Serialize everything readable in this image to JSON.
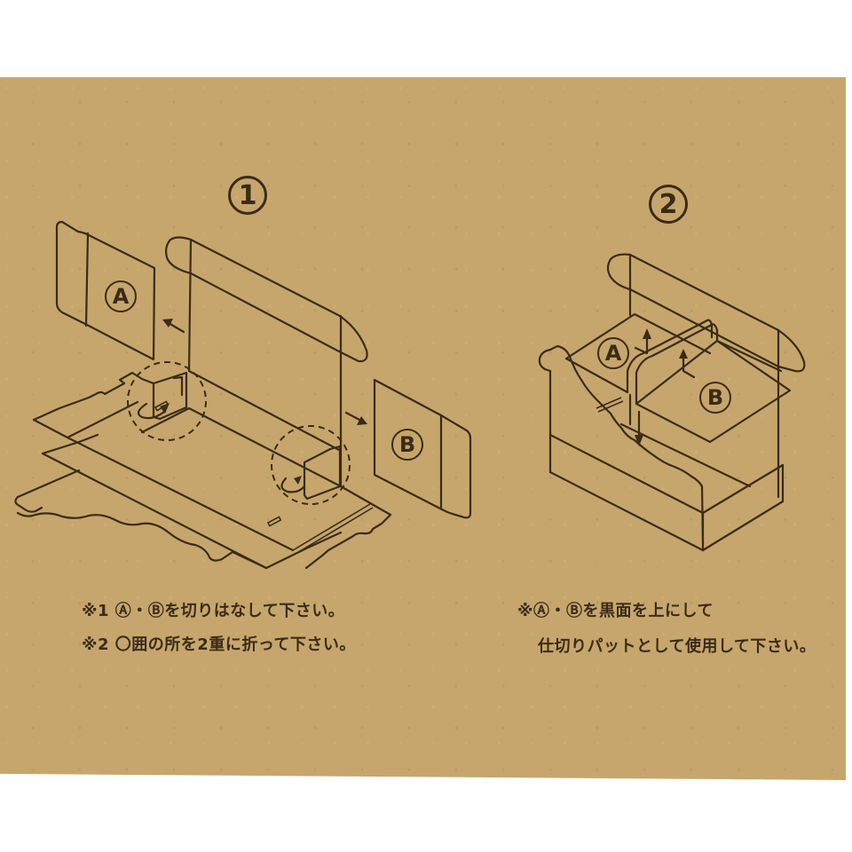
{
  "colors": {
    "cardboard": "#c6a66c",
    "ink": "#3b2b18",
    "background": "#ffffff"
  },
  "step1": {
    "number": "1",
    "panel_a_label": "A",
    "panel_b_label": "B",
    "notes": [
      "※1 Ⓐ・Ⓑを切りはなして下さい。",
      "※2 〇囲の所を2重に折って下さい。"
    ]
  },
  "step2": {
    "number": "2",
    "panel_a_label": "A",
    "panel_b_label": "B",
    "notes": [
      "※Ⓐ・Ⓑを黒面を上にして",
      "仕切りパットとして使用して下さい。"
    ]
  },
  "icons": {
    "arrow_a": "arrow-up-left-icon",
    "arrow_b": "arrow-down-right-icon",
    "fold_arrow": "curved-rotate-arrow-icon",
    "fold_circle": "dashed-circle-icon"
  }
}
